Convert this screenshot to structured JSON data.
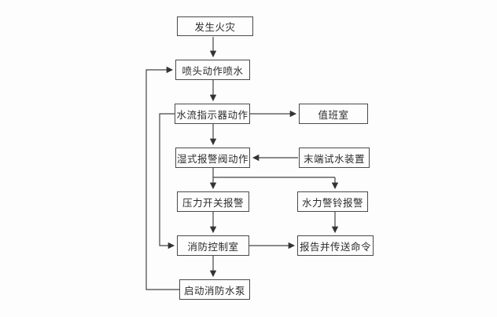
{
  "diagram": {
    "type": "flowchart",
    "background_color": "#fdfdfd",
    "line_color": "#444444",
    "box_border_color": "#4a4a4a",
    "text_color": "#2b2b2b",
    "nodes": {
      "fire_occurs": {
        "label": "发生火灾"
      },
      "sprinkler_sprays": {
        "label": "喷头动作喷水"
      },
      "flow_indicator": {
        "label": "水流指示器动作"
      },
      "duty_room": {
        "label": "值班室"
      },
      "wet_alarm_valve": {
        "label": "湿式报警阀动作"
      },
      "end_test_device": {
        "label": "末端试水装置"
      },
      "pressure_switch_alarm": {
        "label": "压力开关报警"
      },
      "hydraulic_bell_alarm": {
        "label": "水力警铃报警"
      },
      "fire_control_room": {
        "label": "消防控制室"
      },
      "report_send_command": {
        "label": "报告并传送命令"
      },
      "start_fire_pump": {
        "label": "启动消防水泵"
      }
    },
    "edges": [
      {
        "from": "fire_occurs",
        "to": "sprinkler_sprays",
        "route": "down"
      },
      {
        "from": "sprinkler_sprays",
        "to": "flow_indicator",
        "route": "down"
      },
      {
        "from": "flow_indicator",
        "to": "duty_room",
        "route": "right"
      },
      {
        "from": "flow_indicator",
        "to": "wet_alarm_valve",
        "route": "down"
      },
      {
        "from": "end_test_device",
        "to": "wet_alarm_valve",
        "route": "left"
      },
      {
        "from": "wet_alarm_valve",
        "to": "pressure_switch_alarm",
        "route": "down"
      },
      {
        "from": "wet_alarm_valve",
        "to": "hydraulic_bell_alarm",
        "route": "down-right-down"
      },
      {
        "from": "pressure_switch_alarm",
        "to": "fire_control_room",
        "route": "down"
      },
      {
        "from": "hydraulic_bell_alarm",
        "to": "report_send_command",
        "route": "down"
      },
      {
        "from": "fire_control_room",
        "to": "report_send_command",
        "route": "right"
      },
      {
        "from": "flow_indicator",
        "to": "fire_control_room",
        "route": "left-down-right"
      },
      {
        "from": "fire_control_room",
        "to": "start_fire_pump",
        "route": "down"
      },
      {
        "from": "start_fire_pump",
        "to": "sprinkler_sprays",
        "route": "left-up-right-feedback"
      }
    ]
  }
}
